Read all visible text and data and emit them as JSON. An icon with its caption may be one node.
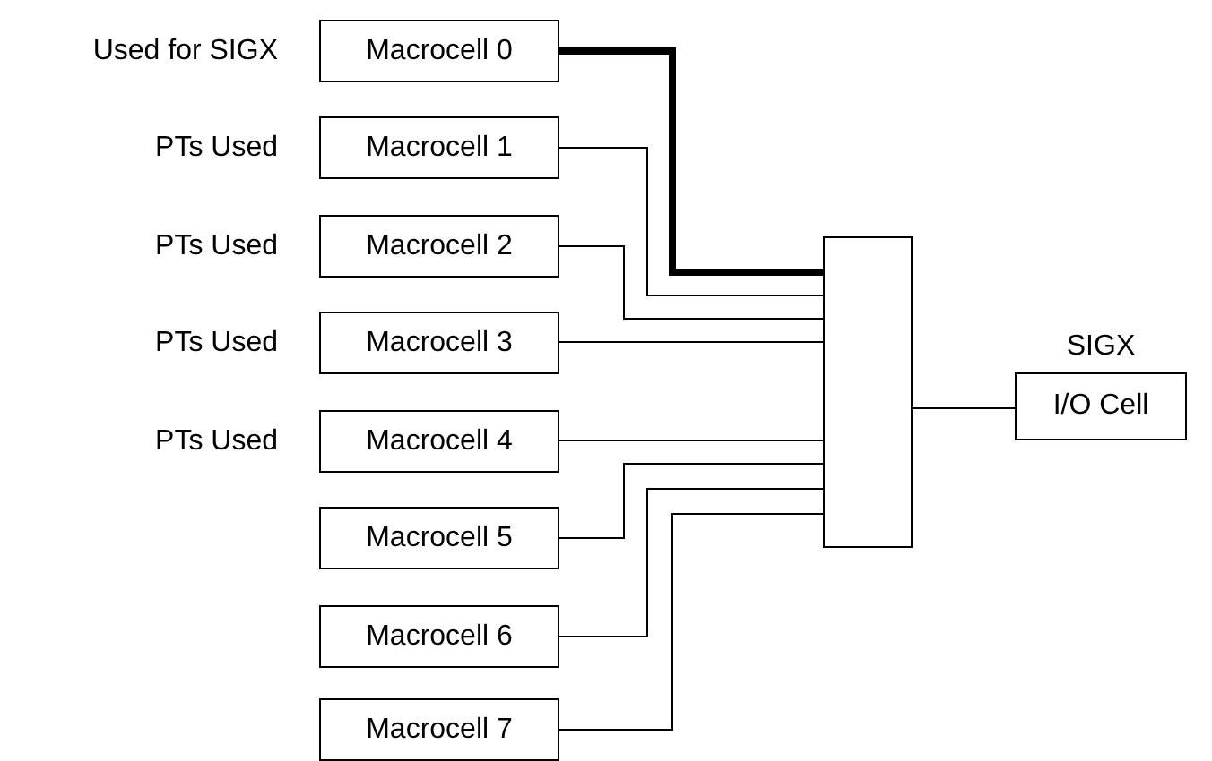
{
  "diagram": {
    "nodes": [
      {
        "text": [
          "Macrocell 0"
        ],
        "beside": [
          "Used for SIGX"
        ]
      },
      {
        "text": [
          "Macrocell 1"
        ],
        "beside": [
          "PTs Used"
        ]
      },
      {
        "text": [
          "Macrocell 2"
        ],
        "beside": [
          "PTs Used"
        ]
      },
      {
        "text": [
          "Macrocell 3"
        ],
        "beside": [
          "PTs Used"
        ]
      },
      {
        "text": [
          "Macrocell 4"
        ],
        "beside": [
          "PTs Used"
        ]
      },
      {
        "text": [
          "Macrocell 5"
        ]
      },
      {
        "text": [
          "Macrocell 6"
        ]
      },
      {
        "text": [
          "Macrocell 7"
        ]
      },
      {
        "text": [],
        "shape": "box"
      },
      {
        "text": [
          "SIGX",
          "I/O Cell"
        ]
      }
    ],
    "edges": [
      {
        "from": 0,
        "to": 8,
        "arrow": "none",
        "style": "thick"
      },
      {
        "from": 1,
        "to": 8,
        "arrow": "none"
      },
      {
        "from": 2,
        "to": 8,
        "arrow": "none"
      },
      {
        "from": 3,
        "to": 8,
        "arrow": "none"
      },
      {
        "from": 4,
        "to": 8,
        "arrow": "none"
      },
      {
        "from": 5,
        "to": 8,
        "arrow": "none"
      },
      {
        "from": 6,
        "to": 8,
        "arrow": "none"
      },
      {
        "from": 7,
        "to": 8,
        "arrow": "none"
      },
      {
        "from": 8,
        "to": 9,
        "arrow": "none"
      }
    ]
  }
}
